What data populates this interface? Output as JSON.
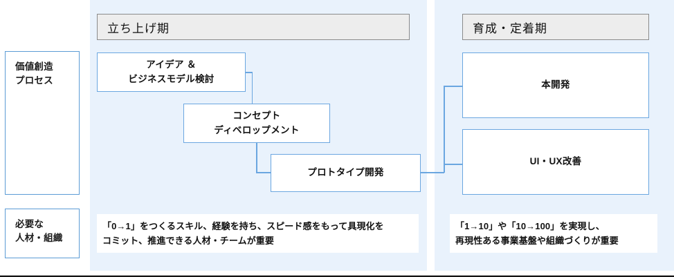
{
  "theme": {
    "band_fill": "#e9f2fc",
    "node_border": "#6aa6e0",
    "header_fill": "#ededed",
    "header_border": "#8a8a8a",
    "label_border": "#5b9bd5",
    "text_color": "#111111"
  },
  "rows": [
    {
      "id": "value-creation-process",
      "label": "価値創造\nプロセス"
    },
    {
      "id": "required-talent-org",
      "label": "必要な\n人材・組織"
    }
  ],
  "phases": [
    {
      "id": "startup-phase",
      "header": "立ち上げ期"
    },
    {
      "id": "growth-settlement-phase",
      "header": "育成・定着期"
    }
  ],
  "process_nodes": [
    {
      "id": "idea-business-model",
      "label": "アイデア ＆\nビジネスモデル検討"
    },
    {
      "id": "concept-development",
      "label": "コンセプト\nディベロップメント"
    },
    {
      "id": "prototype-development",
      "label": "プロトタイプ開発"
    },
    {
      "id": "full-development",
      "label": "本開発"
    },
    {
      "id": "ui-ux-improvement",
      "label": "UI・UX改善"
    }
  ],
  "notes": [
    {
      "id": "startup-talent-note",
      "text": "「0→1」をつくるスキル、経験を持ち、スピード感をもって具現化を\nコミット、推進できる人材・チームが重要"
    },
    {
      "id": "growth-talent-note",
      "text": "「1→10」や「10→100」を実現し、\n再現性ある事業基盤や組織づくりが重要"
    }
  ]
}
